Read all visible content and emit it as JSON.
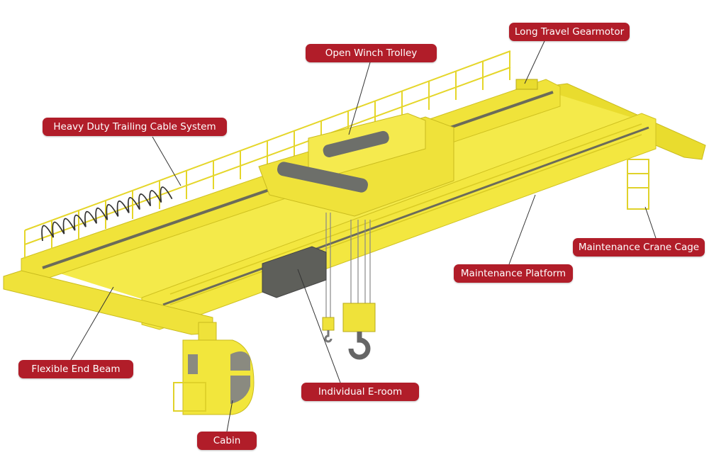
{
  "labels": {
    "long_travel_gearmotor": "Long Travel Gearmotor",
    "open_winch_trolley": "Open Winch Trolley",
    "trailing_cable": "Heavy Duty Trailing Cable System",
    "crane_cage": "Maintenance Crane Cage",
    "platform": "Maintenance Platform",
    "end_beam": "Flexible End Beam",
    "e_room": "Individual E-room",
    "cabin": "Cabin"
  },
  "colors": {
    "label_bg": "#b11d29",
    "crane": "#f2e63a",
    "crane_dark": "#d4c622",
    "rail": "#6b6b5a"
  }
}
